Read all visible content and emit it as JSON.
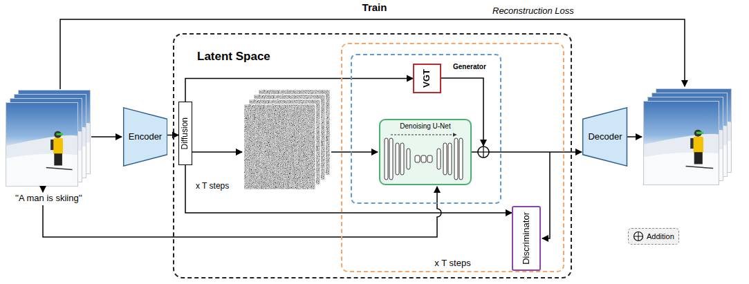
{
  "diagram": {
    "title": "Train",
    "nodes": [
      {
        "text": [
          "Encoder"
        ]
      },
      {
        "text": [
          "Latent Space"
        ]
      },
      {
        "text": [
          "Diffusion"
        ],
        "in": 1
      },
      {
        "text": [
          "x T steps"
        ],
        "in": 1
      },
      {
        "text": [
          "Generator"
        ],
        "in": 3
      },
      {
        "text": [
          "VGT"
        ],
        "in": 4
      },
      {
        "text": [
          "Denoising U-Net"
        ],
        "in": 4
      },
      {
        "text": [
          "Discriminator"
        ],
        "in": 3
      },
      {
        "text": [
          "Decoder"
        ]
      }
    ],
    "edges": [
      {
        "from": 0,
        "to": 2,
        "arrow": "to"
      },
      {
        "from": 2,
        "to": 5,
        "arrow": "to"
      },
      {
        "from": 2,
        "to": 7,
        "arrow": "to"
      }
    ],
    "labels": [
      "Reconstruction Loss",
      "''A man is skiing''",
      "x T steps"
    ],
    "legend": [
      {
        "text": "Addition"
      }
    ]
  }
}
